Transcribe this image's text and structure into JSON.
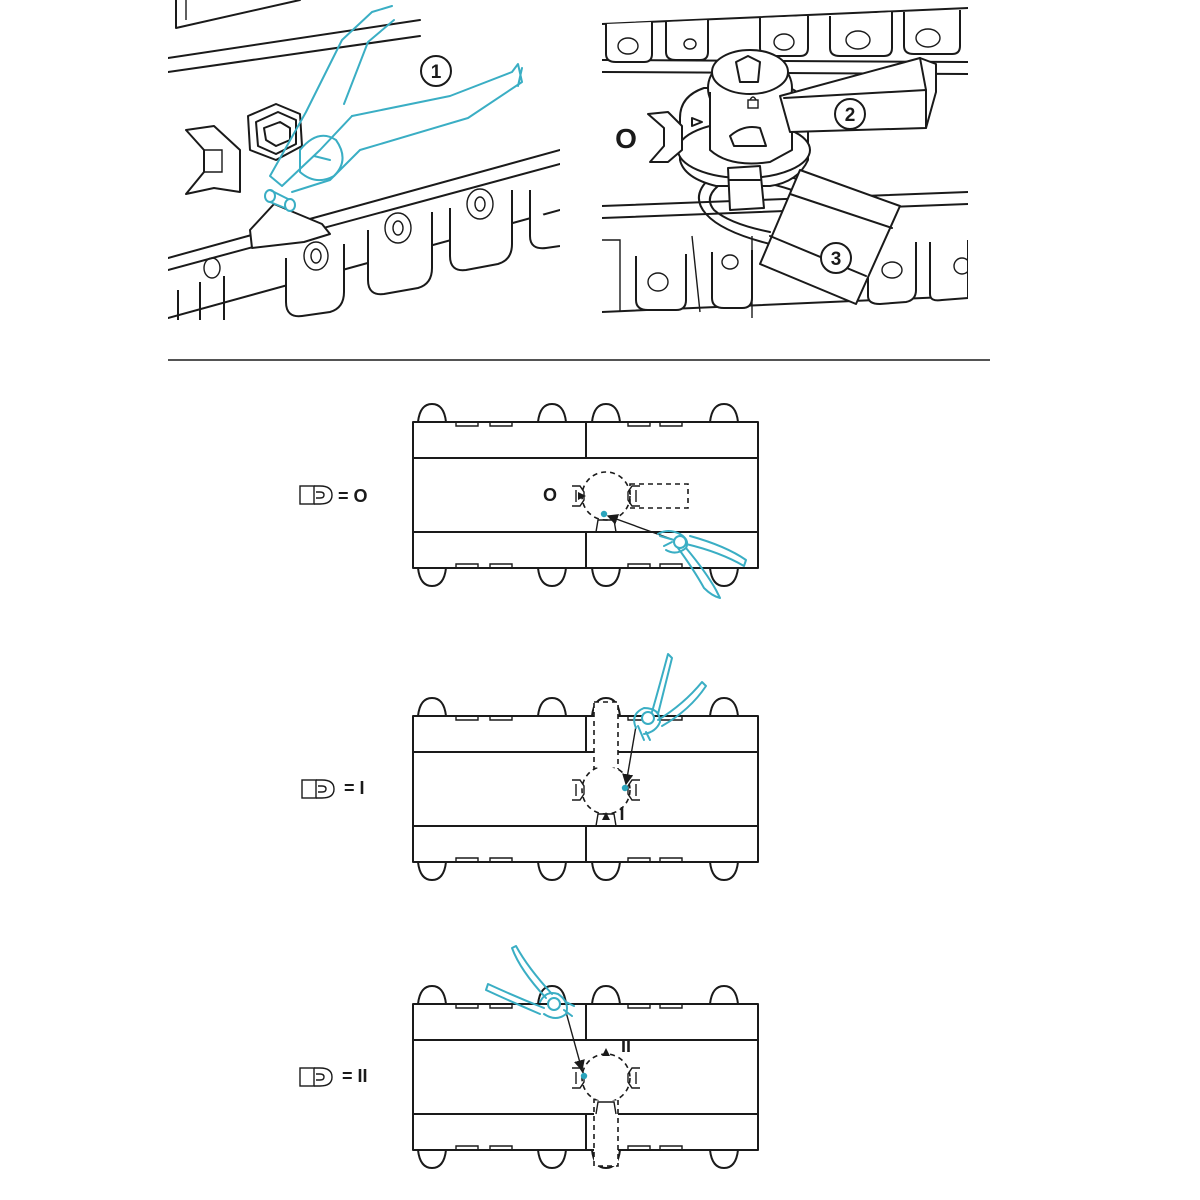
{
  "top_left": {
    "callout_1": "1"
  },
  "top_right": {
    "callout_2": "2",
    "callout_3": "3",
    "position_label": "O"
  },
  "panels": [
    {
      "id": "off",
      "legend_eq": "= O",
      "position_label": "O"
    },
    {
      "id": "on_i",
      "legend_eq": "= I",
      "position_label": "I"
    },
    {
      "id": "on_ii",
      "legend_eq": "= II",
      "position_label": "II"
    }
  ],
  "colors": {
    "accent": "#3aaec4",
    "line": "#1a1a1a"
  },
  "icons": [
    "pliers-icon",
    "padlock-icon",
    "arrow-indicator-icon"
  ]
}
